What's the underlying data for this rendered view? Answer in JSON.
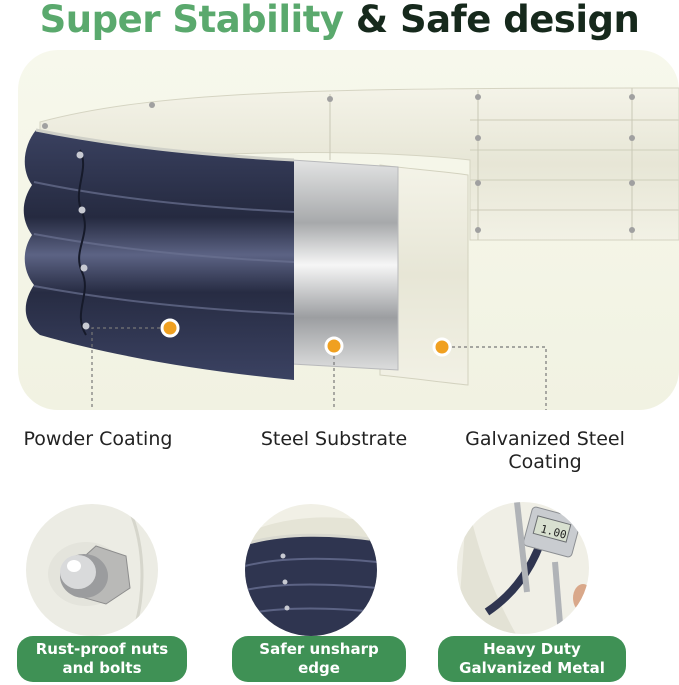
{
  "headline": {
    "part1": "Super Stability",
    "part2": "& Safe design"
  },
  "layers": [
    {
      "label_line1": "Powder Coating",
      "label_line2": ""
    },
    {
      "label_line1": "Steel Substrate",
      "label_line2": ""
    },
    {
      "label_line1": "Galvanized Steel",
      "label_line2": "Coating"
    }
  ],
  "features": [
    {
      "line1": "Rust-proof nuts",
      "line2": "and bolts"
    },
    {
      "line1": "Safer unsharp",
      "line2": "edge"
    },
    {
      "line1": "Heavy Duty",
      "line2": "Galvanized Metal"
    }
  ],
  "caliper_readout": "1.00",
  "colors": {
    "accent_green": "#5aa96d",
    "pill_green": "#3f9155",
    "navy_coating": "#2f3550",
    "cream_panel": "#eeeee0",
    "marker_orange": "#f0a020"
  }
}
